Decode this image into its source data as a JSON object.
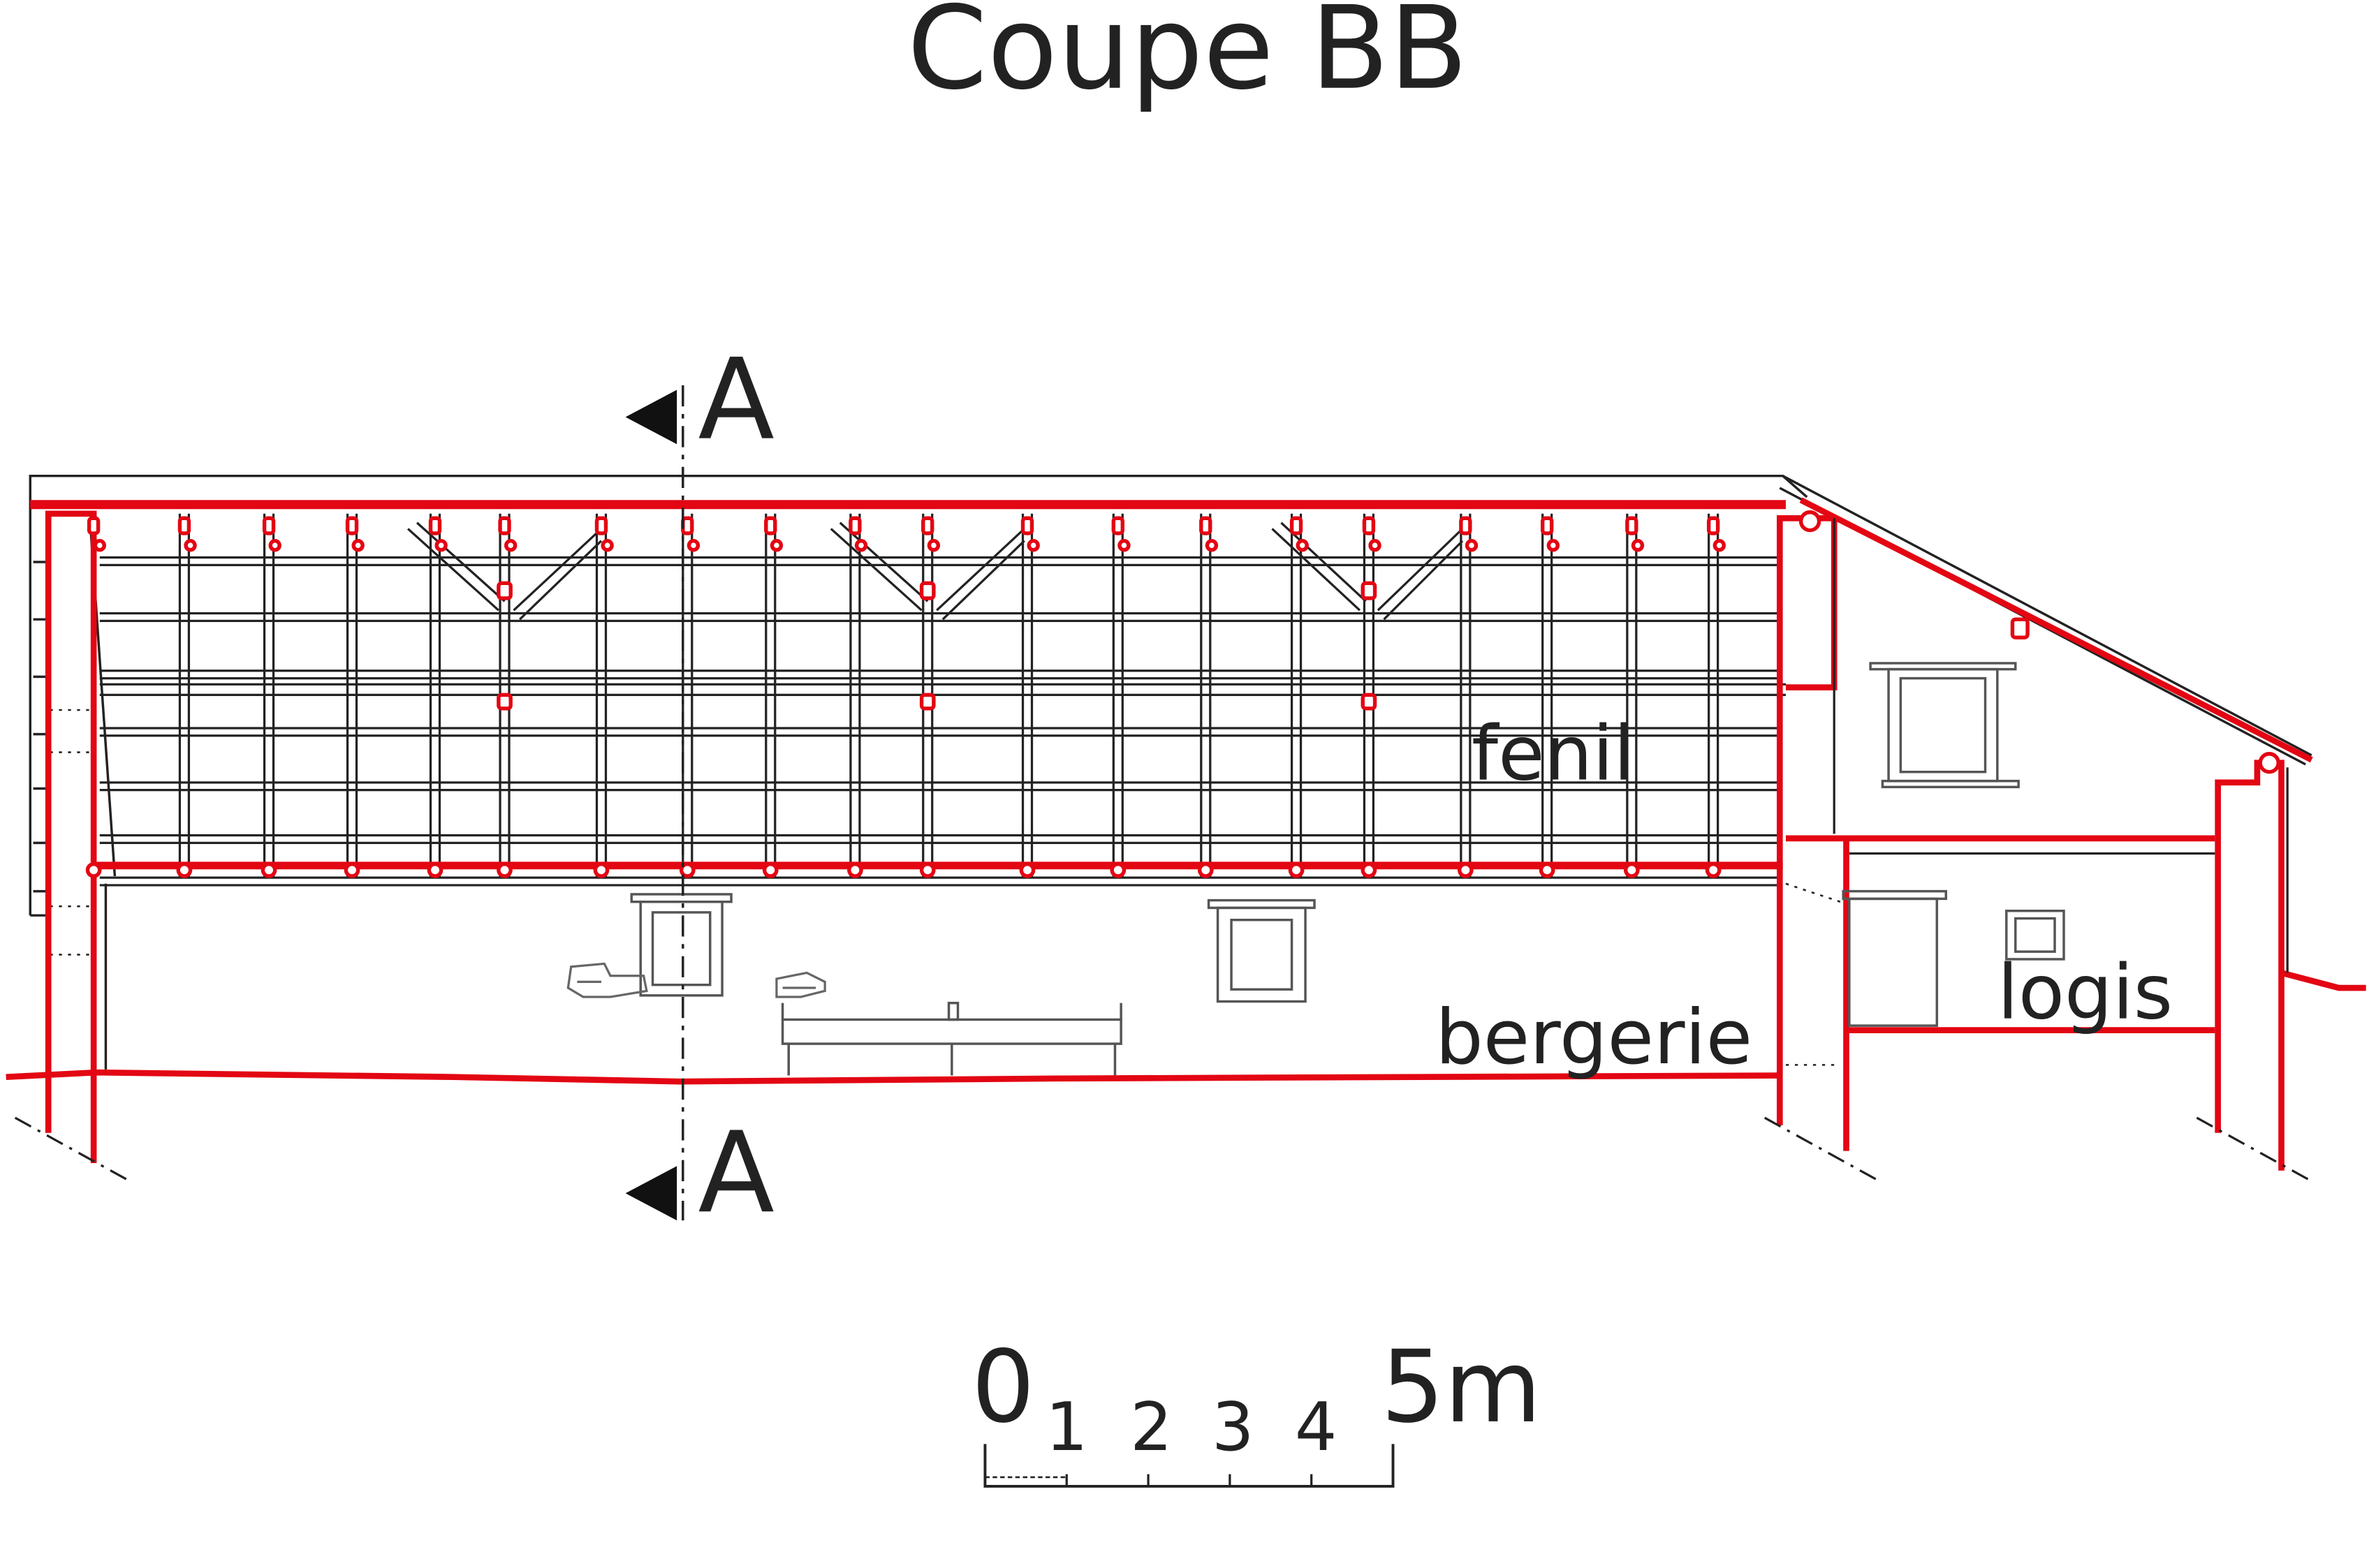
{
  "drawing": {
    "title": "Coupe BB",
    "section_marker": {
      "top_letter": "A",
      "bottom_letter": "A"
    },
    "room_labels": {
      "fenil": "fenil",
      "bergerie": "bergerie",
      "logis": "logis"
    },
    "scale_bar": {
      "start_label": "0",
      "end_label": "5m",
      "ticks": [
        "1",
        "2",
        "3",
        "4"
      ]
    },
    "colors": {
      "cut_red": "#e30613",
      "line_dark": "#222222",
      "line_grey": "#8a8a8a",
      "background": "#ffffff"
    }
  }
}
